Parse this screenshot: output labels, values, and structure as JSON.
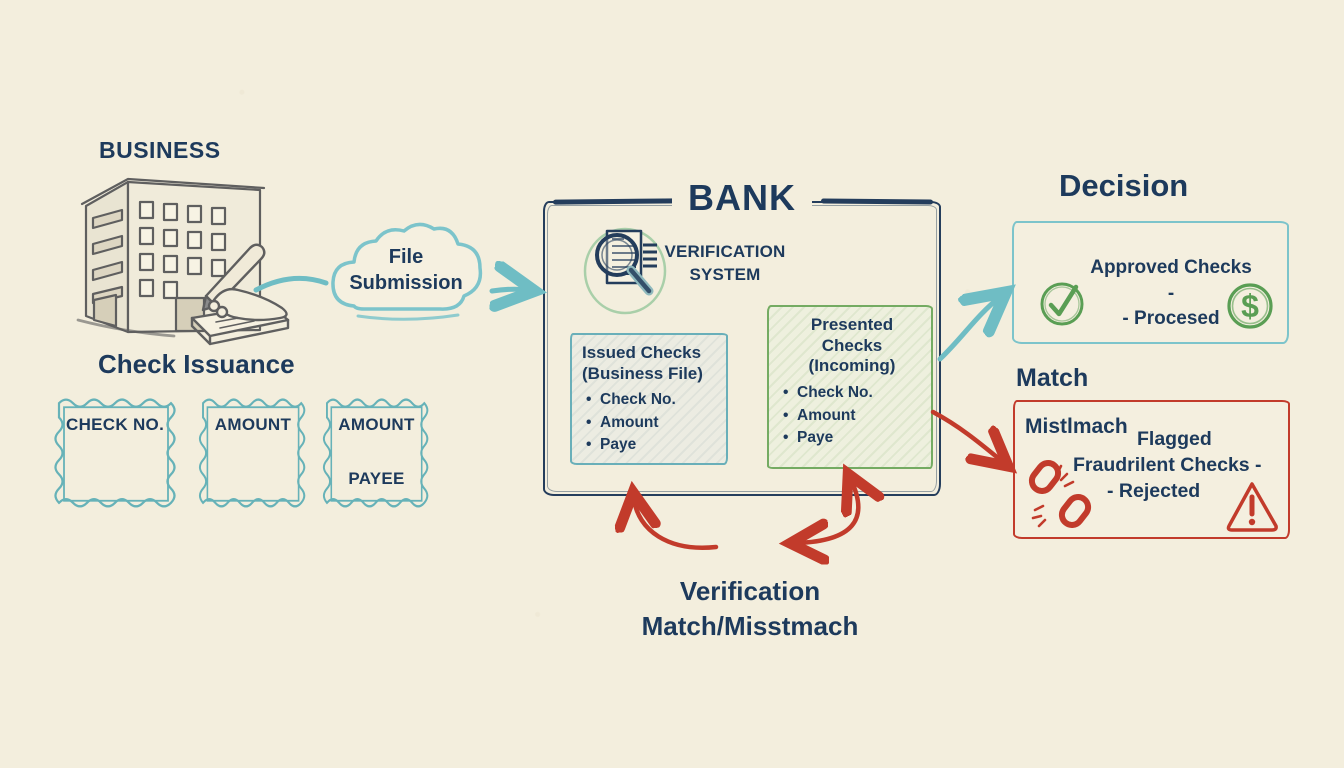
{
  "business": {
    "label": "BUSINESS",
    "caption": "Check Issuance"
  },
  "check_fields": [
    {
      "line1": "CHECK NO.",
      "line2": ""
    },
    {
      "line1": "AMOUNT",
      "line2": ""
    },
    {
      "line1": "AMOUNT",
      "line2": "PAYEE"
    }
  ],
  "cloud": {
    "line1": "File",
    "line2": "Submission"
  },
  "bank": {
    "title": "BANK",
    "verification": {
      "line1": "VERIFICATION",
      "line2": "SYSTEM"
    },
    "issued": {
      "title1": "Issued Checks",
      "title2": "(Business File)",
      "items": [
        "Check No.",
        "Amount",
        "Paye"
      ]
    },
    "presented": {
      "title1": "Presented",
      "title2": "Checks",
      "title3": "(Incoming)",
      "items": [
        "Check No.",
        "Amount",
        "Paye"
      ]
    }
  },
  "verification_label": {
    "line1": "Verification",
    "line2": "Match/Misstmach"
  },
  "decision": {
    "title": "Decision",
    "approved": {
      "line1": "Approved Checks -",
      "line2": "- Procesed"
    },
    "match_label": "Match",
    "mismatch_label": "Mistlmach",
    "flagged": {
      "line1": "Flagged",
      "line2": "Fraudrilent Checks -",
      "line3": "- Rejected"
    }
  },
  "colors": {
    "background": "#f3eedd",
    "navy": "#1d3a5c",
    "teal": "#7cc4cb",
    "green": "#5a9e54",
    "red": "#c23b2b"
  },
  "icons": {
    "building": "business-building-sketch",
    "hand": "signing-hand",
    "cloud": "cloud-shape",
    "magnifier": "magnifier-document",
    "check": "check-circle",
    "dollar": "dollar-circle",
    "chain": "broken-chain",
    "warning": "warning-triangle"
  }
}
